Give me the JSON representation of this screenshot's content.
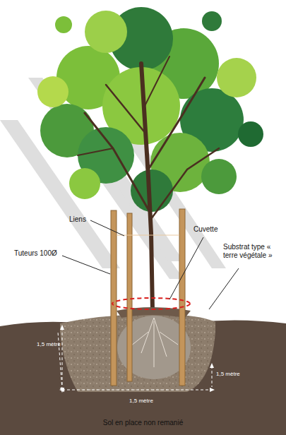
{
  "diagram": {
    "labels": [
      "Liens",
      "Cuvette",
      "Tuteurs 100Ø",
      "Substrat type « terre végétale »",
      "1,5 mètre",
      "1,5 mètre",
      "1,5 mètre",
      "Sol en place non remanié"
    ]
  }
}
